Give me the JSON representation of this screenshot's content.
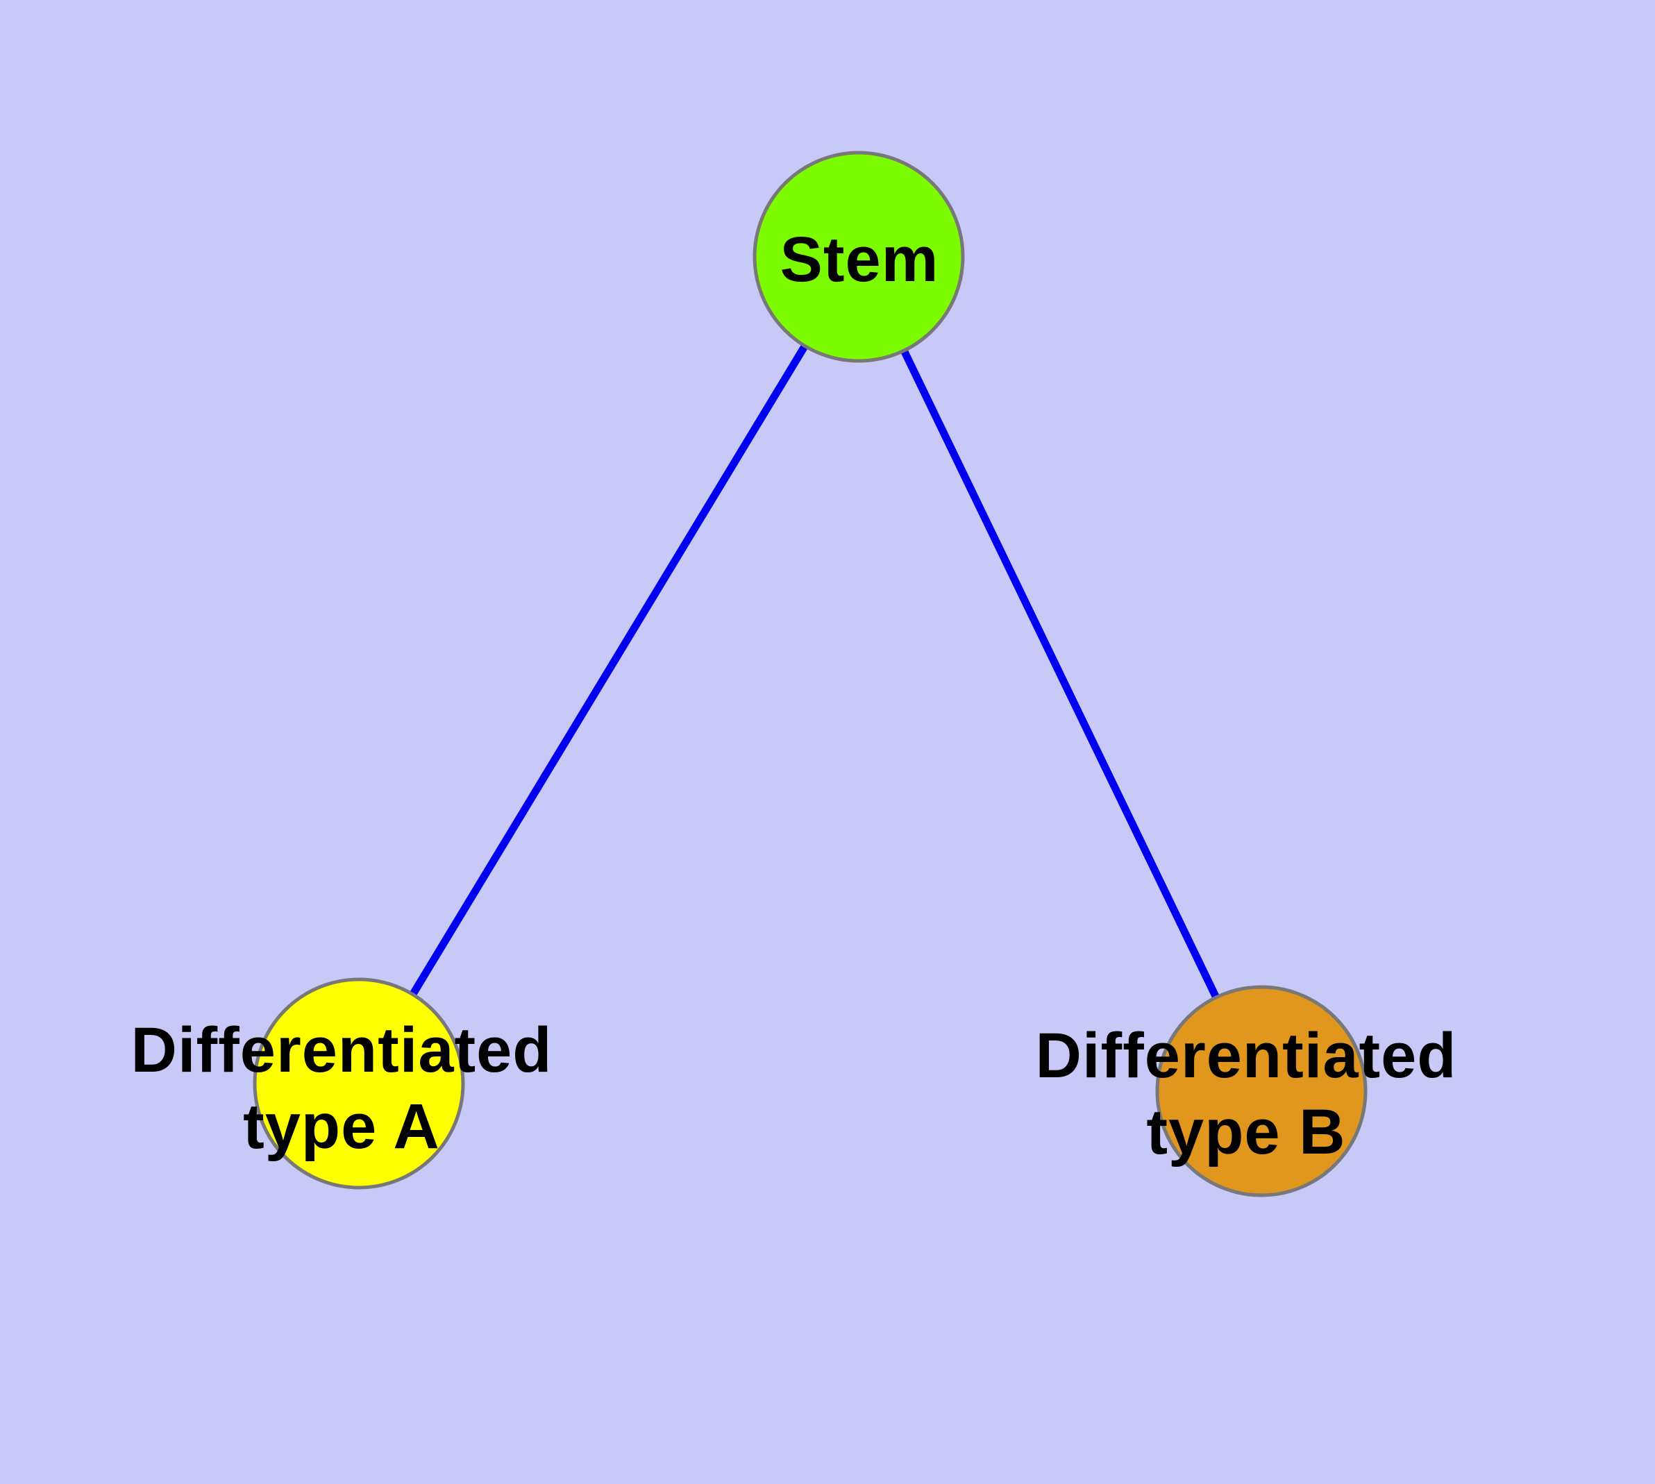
{
  "style": {
    "background": "#C9C9F7",
    "edge_color": "#0000F0",
    "node_border_color": "#787878",
    "label_color": "#000000"
  },
  "nodes": {
    "stem": {
      "label": "Stem",
      "fill": "#7DFC00"
    },
    "type_a": {
      "line1": "Differentiated",
      "line2": "type A",
      "fill": "#FFFF00"
    },
    "type_b": {
      "line1": "Differentiated",
      "line2": "type B",
      "fill": "#E1961E"
    }
  },
  "edges": [
    {
      "from": "Stem",
      "to": "Differentiated type A"
    },
    {
      "from": "Stem",
      "to": "Differentiated type B"
    }
  ]
}
